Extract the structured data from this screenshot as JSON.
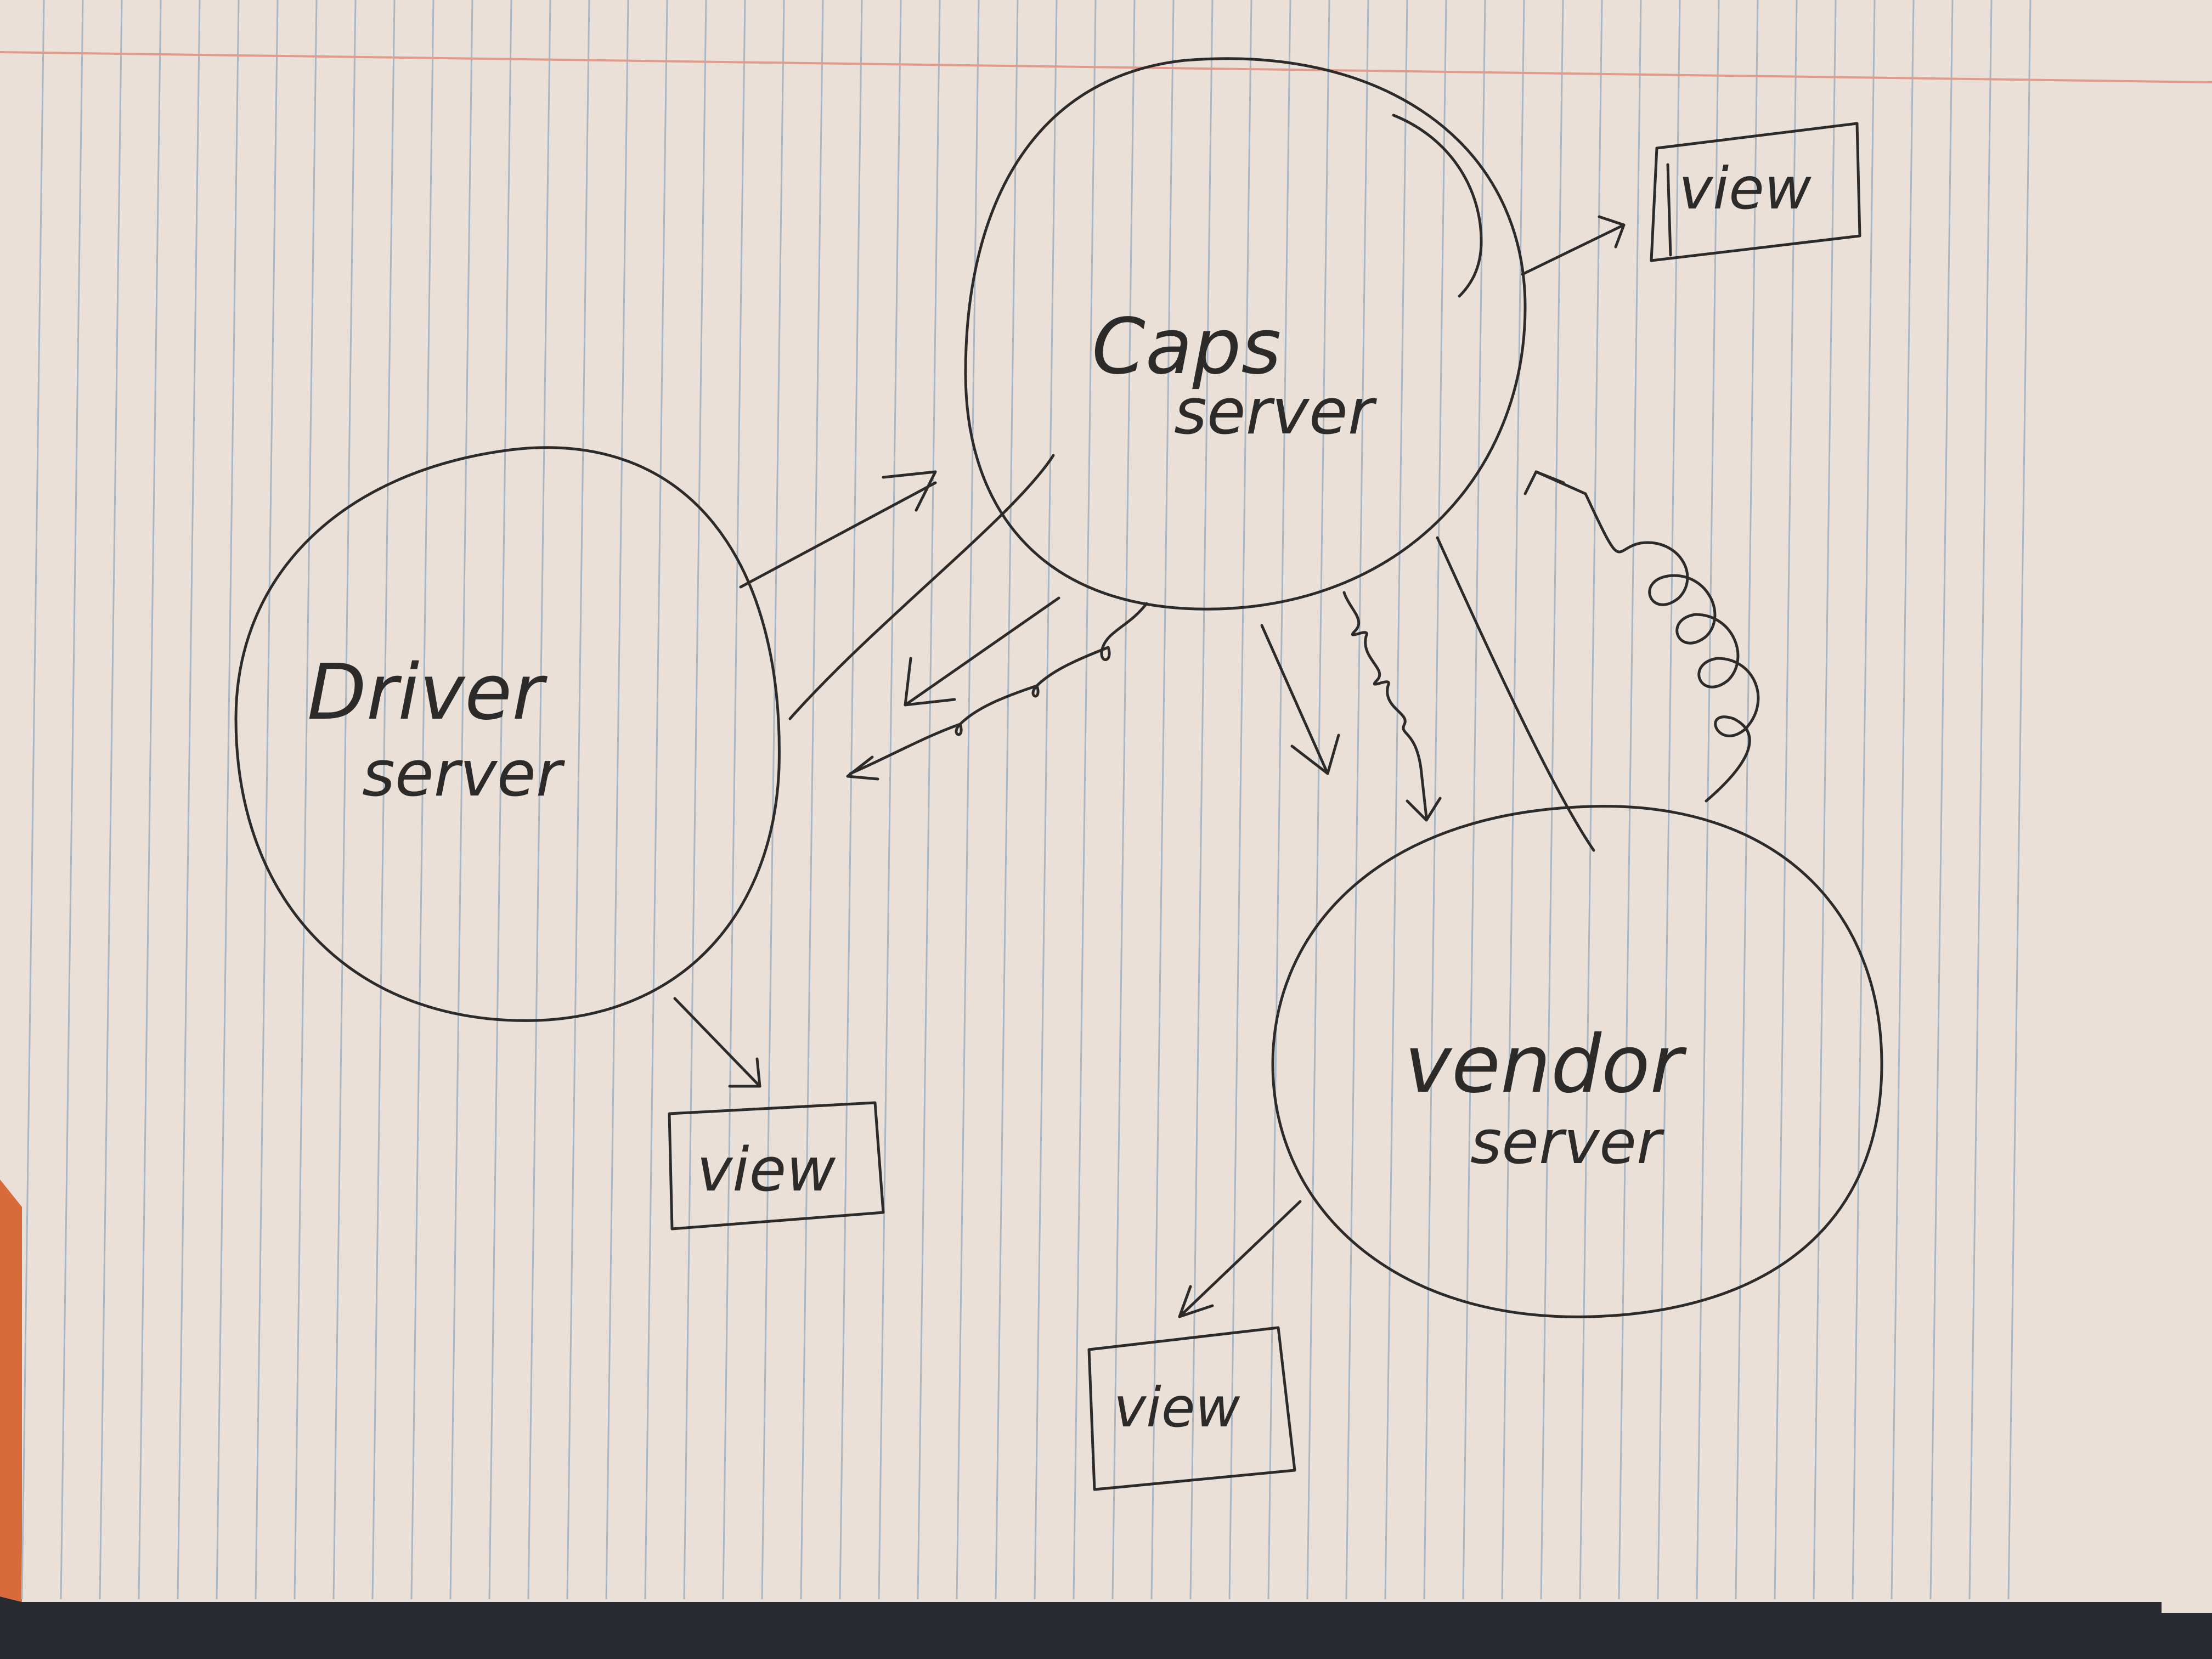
{
  "colors": {
    "paper": "#ebe0d8",
    "rule_line": "#a9b7c4",
    "margin_line": "#e29a8a",
    "ink": "#2d2a2a",
    "left_edge_orange": "#d96a3a",
    "background": "#2a2b30"
  },
  "nodes": [
    {
      "id": "caps",
      "line1": "Caps",
      "line2": "server"
    },
    {
      "id": "driver",
      "line1": "Driver",
      "line2": "server"
    },
    {
      "id": "vendor",
      "line1": "vendor",
      "line2": "server"
    }
  ],
  "views": [
    {
      "id": "caps-view",
      "label": "view"
    },
    {
      "id": "driver-view",
      "label": "view"
    },
    {
      "id": "vendor-view",
      "label": "view"
    }
  ]
}
